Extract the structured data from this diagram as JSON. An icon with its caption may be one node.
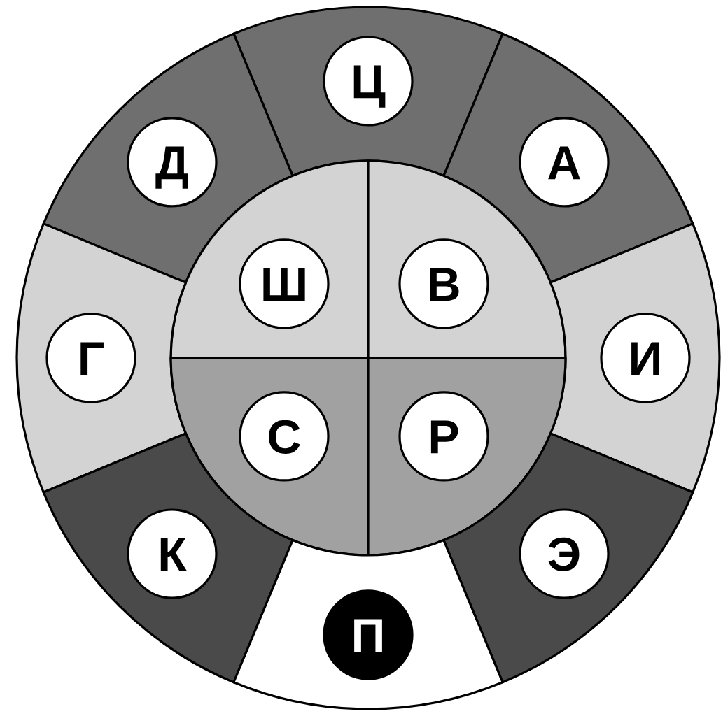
{
  "diagram": {
    "nodes": [
      {
        "text": [],
        "shape": "sector"
      },
      {
        "text": [
          "Ц"
        ],
        "in": 0
      },
      {
        "text": [],
        "shape": "sector"
      },
      {
        "text": [
          "Д"
        ],
        "in": 2
      },
      {
        "text": [],
        "shape": "sector"
      },
      {
        "text": [
          "А"
        ],
        "in": 4
      },
      {
        "text": [],
        "shape": "sector"
      },
      {
        "text": [
          "Ш"
        ],
        "in": 6
      },
      {
        "text": [],
        "shape": "sector"
      },
      {
        "text": [
          "В"
        ],
        "in": 8
      },
      {
        "text": [],
        "shape": "sector"
      },
      {
        "text": [
          "Г"
        ],
        "in": 10
      },
      {
        "text": [],
        "shape": "sector"
      },
      {
        "text": [
          "И"
        ],
        "in": 12
      },
      {
        "text": [],
        "shape": "sector"
      },
      {
        "text": [
          "С"
        ],
        "in": 14
      },
      {
        "text": [],
        "shape": "sector"
      },
      {
        "text": [
          "Р"
        ],
        "in": 16
      },
      {
        "text": [],
        "shape": "sector"
      },
      {
        "text": [
          "К"
        ],
        "in": 18
      },
      {
        "text": [],
        "shape": "sector"
      },
      {
        "text": [
          "Э"
        ],
        "in": 20
      },
      {
        "text": [],
        "shape": "sector"
      },
      {
        "text": [
          "П"
        ],
        "in": 22
      }
    ]
  }
}
